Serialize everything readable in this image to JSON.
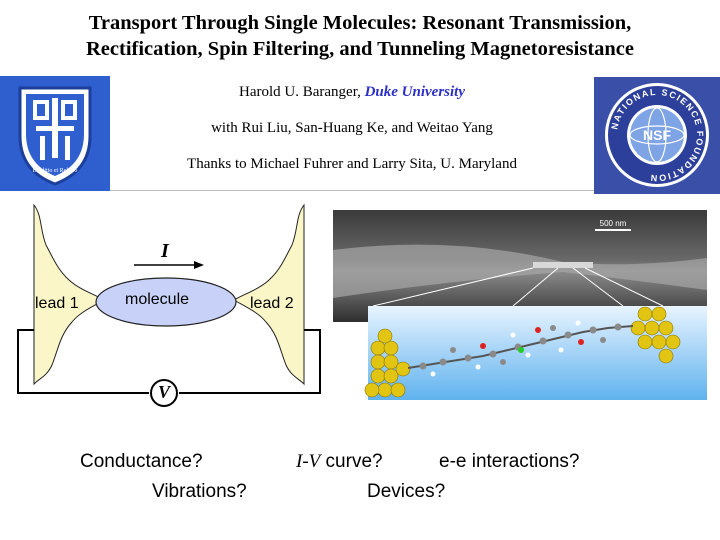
{
  "title": {
    "line1": "Transport Through Single Molecules: Resonant Transmission,",
    "line2": "Rectification, Spin Filtering, and Tunneling Magnetoresistance"
  },
  "authors": {
    "name": "Harold U. Baranger, ",
    "affiliation": "Duke University",
    "coauthors": "with Rui Liu, San-Huang Ke, and Weitao Yang",
    "thanks": "Thanks to Michael Fuhrer and Larry Sita, U. Maryland"
  },
  "logos": {
    "duke_text": "Eruditio et Religio",
    "nsf_ring": "NATIONAL SCIENCE FOUNDATION",
    "nsf_center": "NSF"
  },
  "diagram": {
    "lead1": "lead 1",
    "lead2": "lead 2",
    "molecule": "molecule",
    "current": "I",
    "voltage": "V"
  },
  "micrograph": {
    "scale_label": "500 nm"
  },
  "questions": {
    "conductance": "Conductance?",
    "iv_symbol": "I-V",
    "iv_rest": " curve?",
    "ee": "e-e interactions?",
    "vibrations": "Vibrations?",
    "devices": "Devices?"
  },
  "colors": {
    "lead_fill": "#fbf6c8",
    "molecule_fill": "#c8d2f8",
    "duke_blue": "#2f5fcf",
    "nsf_blue": "#3a4fa8",
    "affiliation": "#2a2fc8"
  }
}
